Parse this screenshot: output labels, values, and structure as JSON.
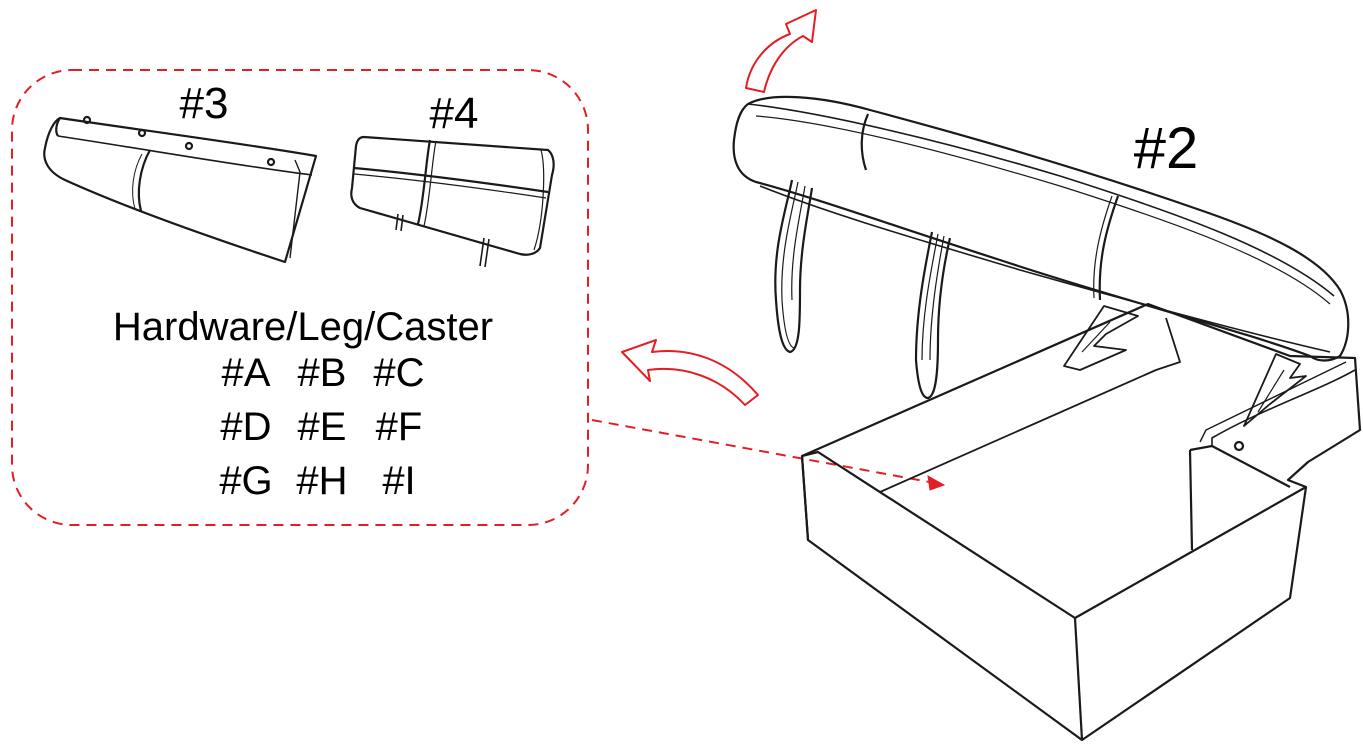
{
  "parts": {
    "part3": "#3",
    "part4": "#4",
    "part2": "#2"
  },
  "hardware": {
    "title": "Hardware/Leg/Caster",
    "rows": [
      [
        "#A",
        "#B",
        "#C"
      ],
      [
        "#D",
        "#E",
        "#F"
      ],
      [
        "#G",
        "#H",
        "#I"
      ]
    ]
  },
  "colors": {
    "accent": "#e31e24",
    "line": "#1a1a1a"
  }
}
